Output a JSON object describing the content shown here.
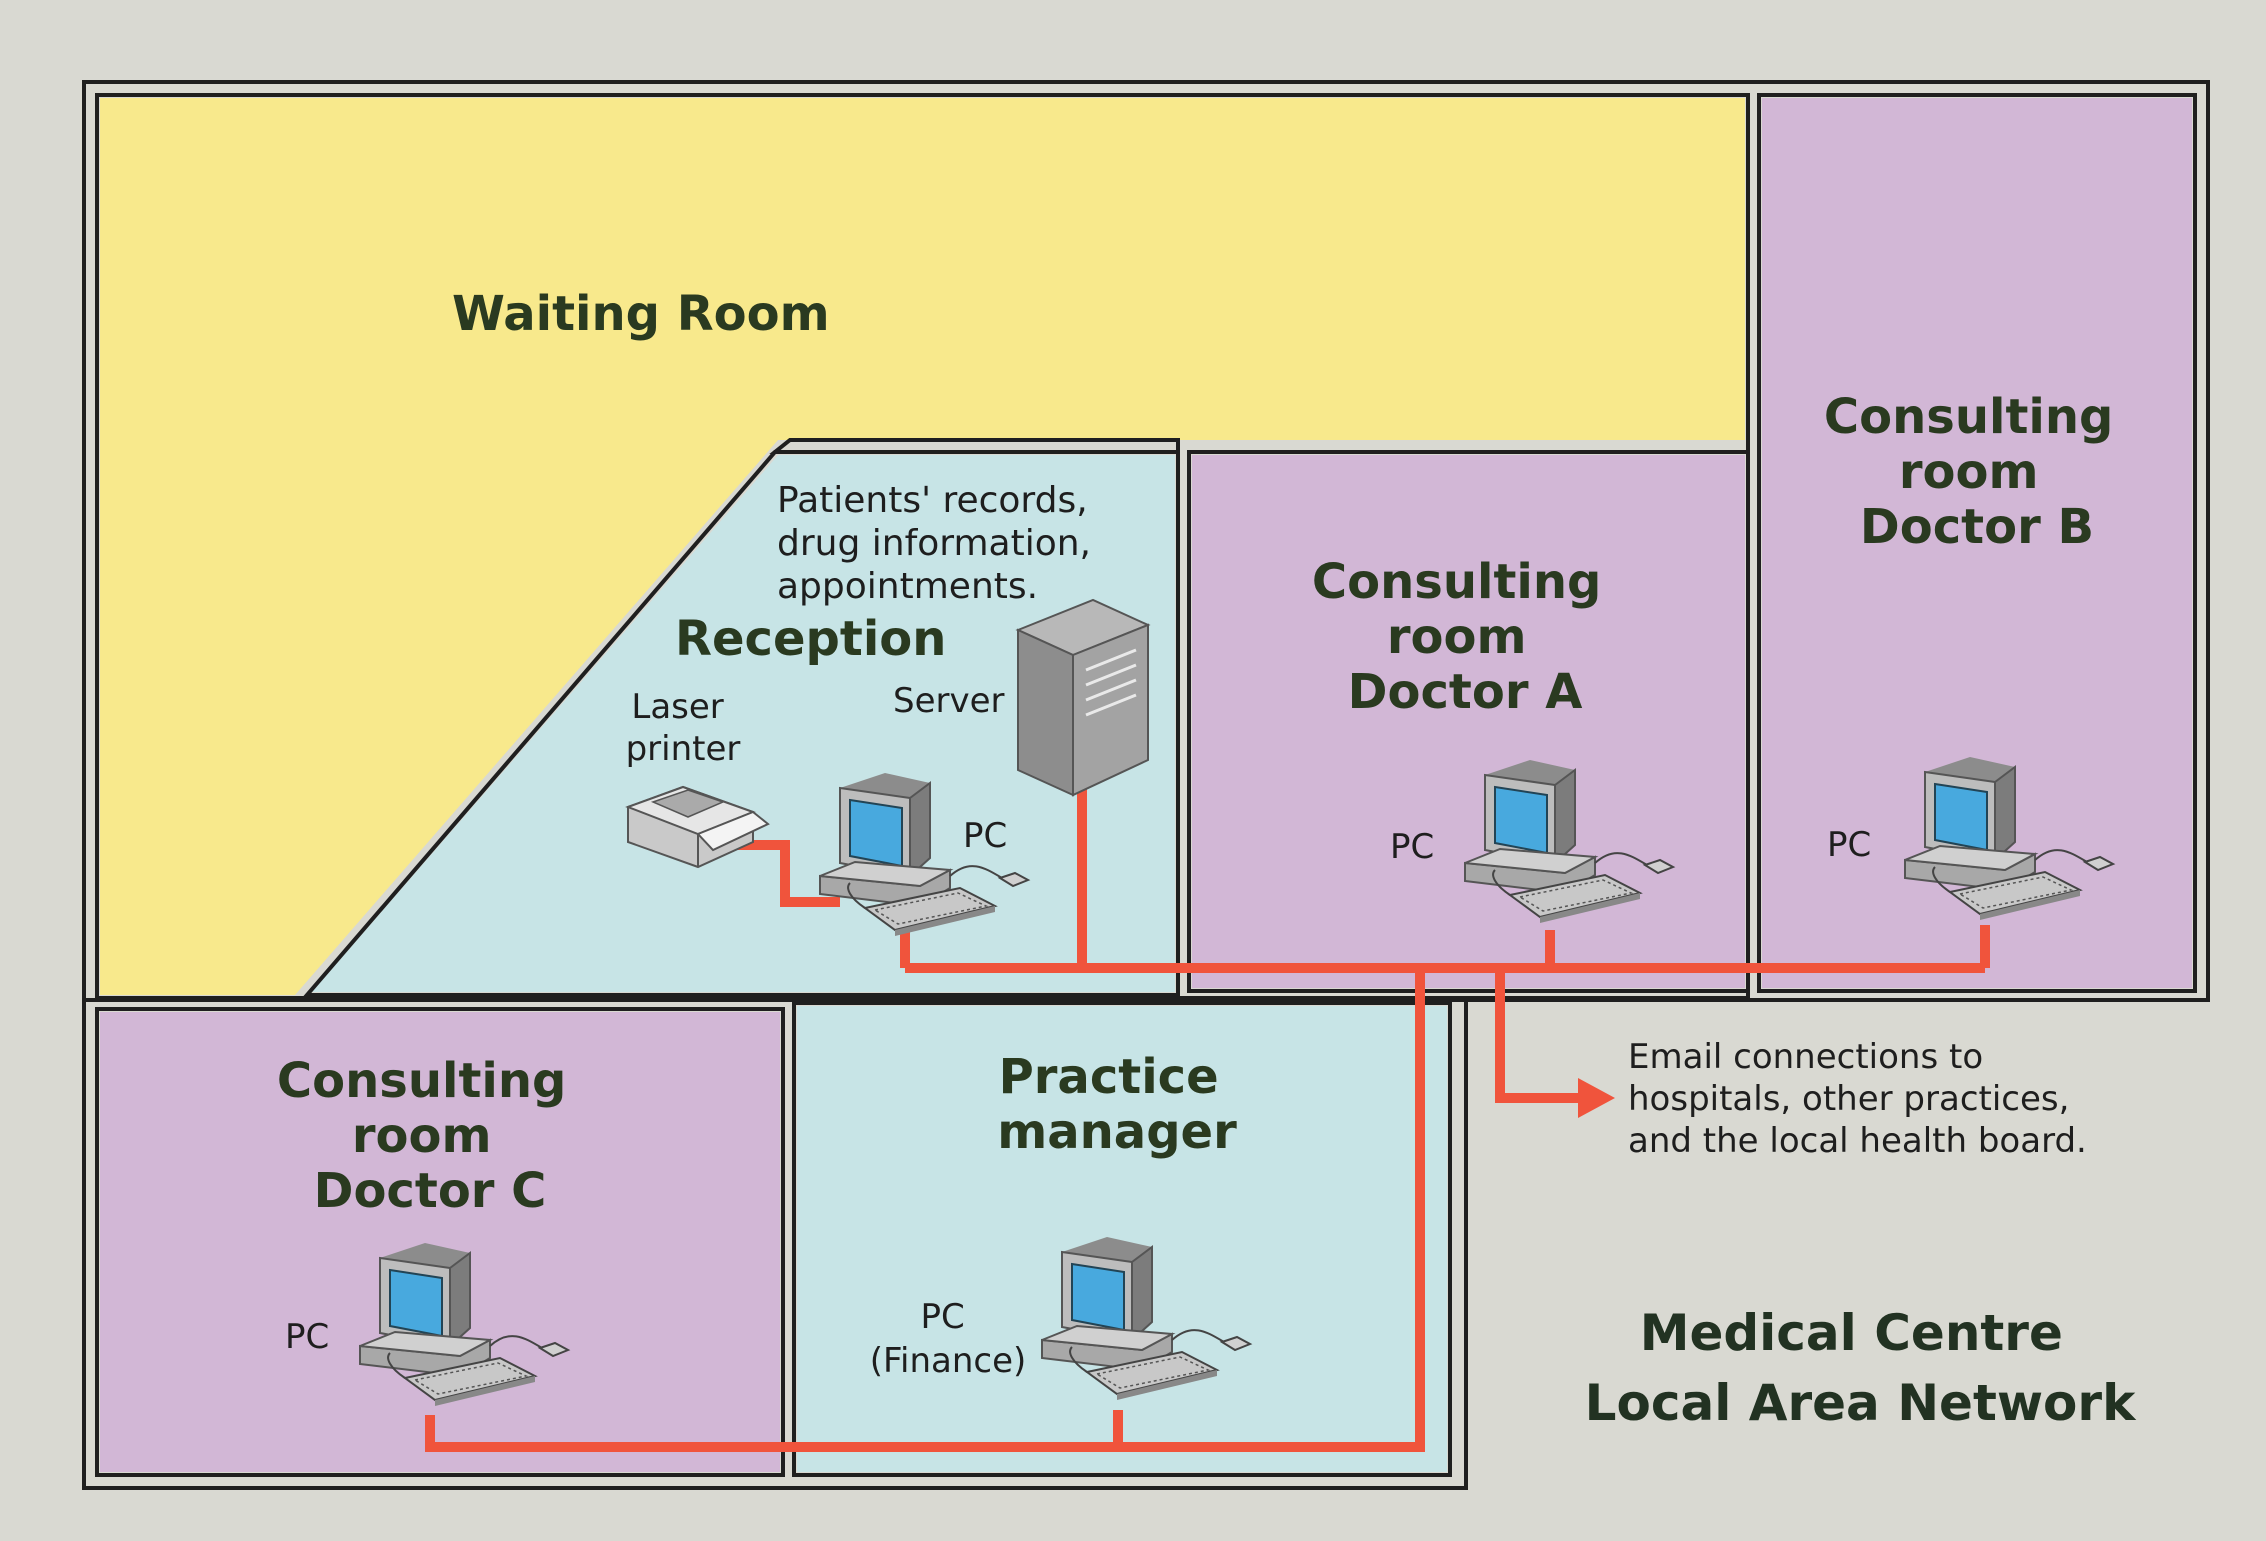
{
  "rooms": {
    "waiting_room": {
      "label": "Waiting Room"
    },
    "reception": {
      "label": "Reception",
      "note_lines": [
        "Patients' records,",
        "drug information,",
        "appointments."
      ],
      "printer_label_lines": [
        "Laser",
        "printer"
      ],
      "server_label": "Server",
      "pc_label": "PC"
    },
    "doctor_a": {
      "label_lines": [
        "Consulting",
        "room",
        "Doctor A"
      ],
      "pc_label": "PC"
    },
    "doctor_b": {
      "label_lines": [
        "Consulting",
        "room",
        "Doctor B"
      ],
      "pc_label": "PC"
    },
    "doctor_c": {
      "label_lines": [
        "Consulting",
        "room",
        "Doctor C"
      ],
      "pc_label": "PC"
    },
    "practice_manager": {
      "label_lines": [
        "Practice",
        "manager"
      ],
      "pc_label_lines": [
        "PC",
        "(Finance)"
      ]
    }
  },
  "email_note_lines": [
    "Email connections to",
    "hospitals, other practices,",
    "and the local health board."
  ],
  "title_lines": [
    "Medical Centre",
    "Local Area Network"
  ],
  "colors": {
    "waiting": "#f8e98c",
    "reception": "#c7e4e6",
    "consulting": "#d2b7d6",
    "network": "#f0543c",
    "wall": "#1f1f1f",
    "background": "#d9d9d2"
  },
  "icons": {
    "pc": "desktop-computer-icon",
    "printer": "laser-printer-icon",
    "server": "server-tower-icon"
  }
}
